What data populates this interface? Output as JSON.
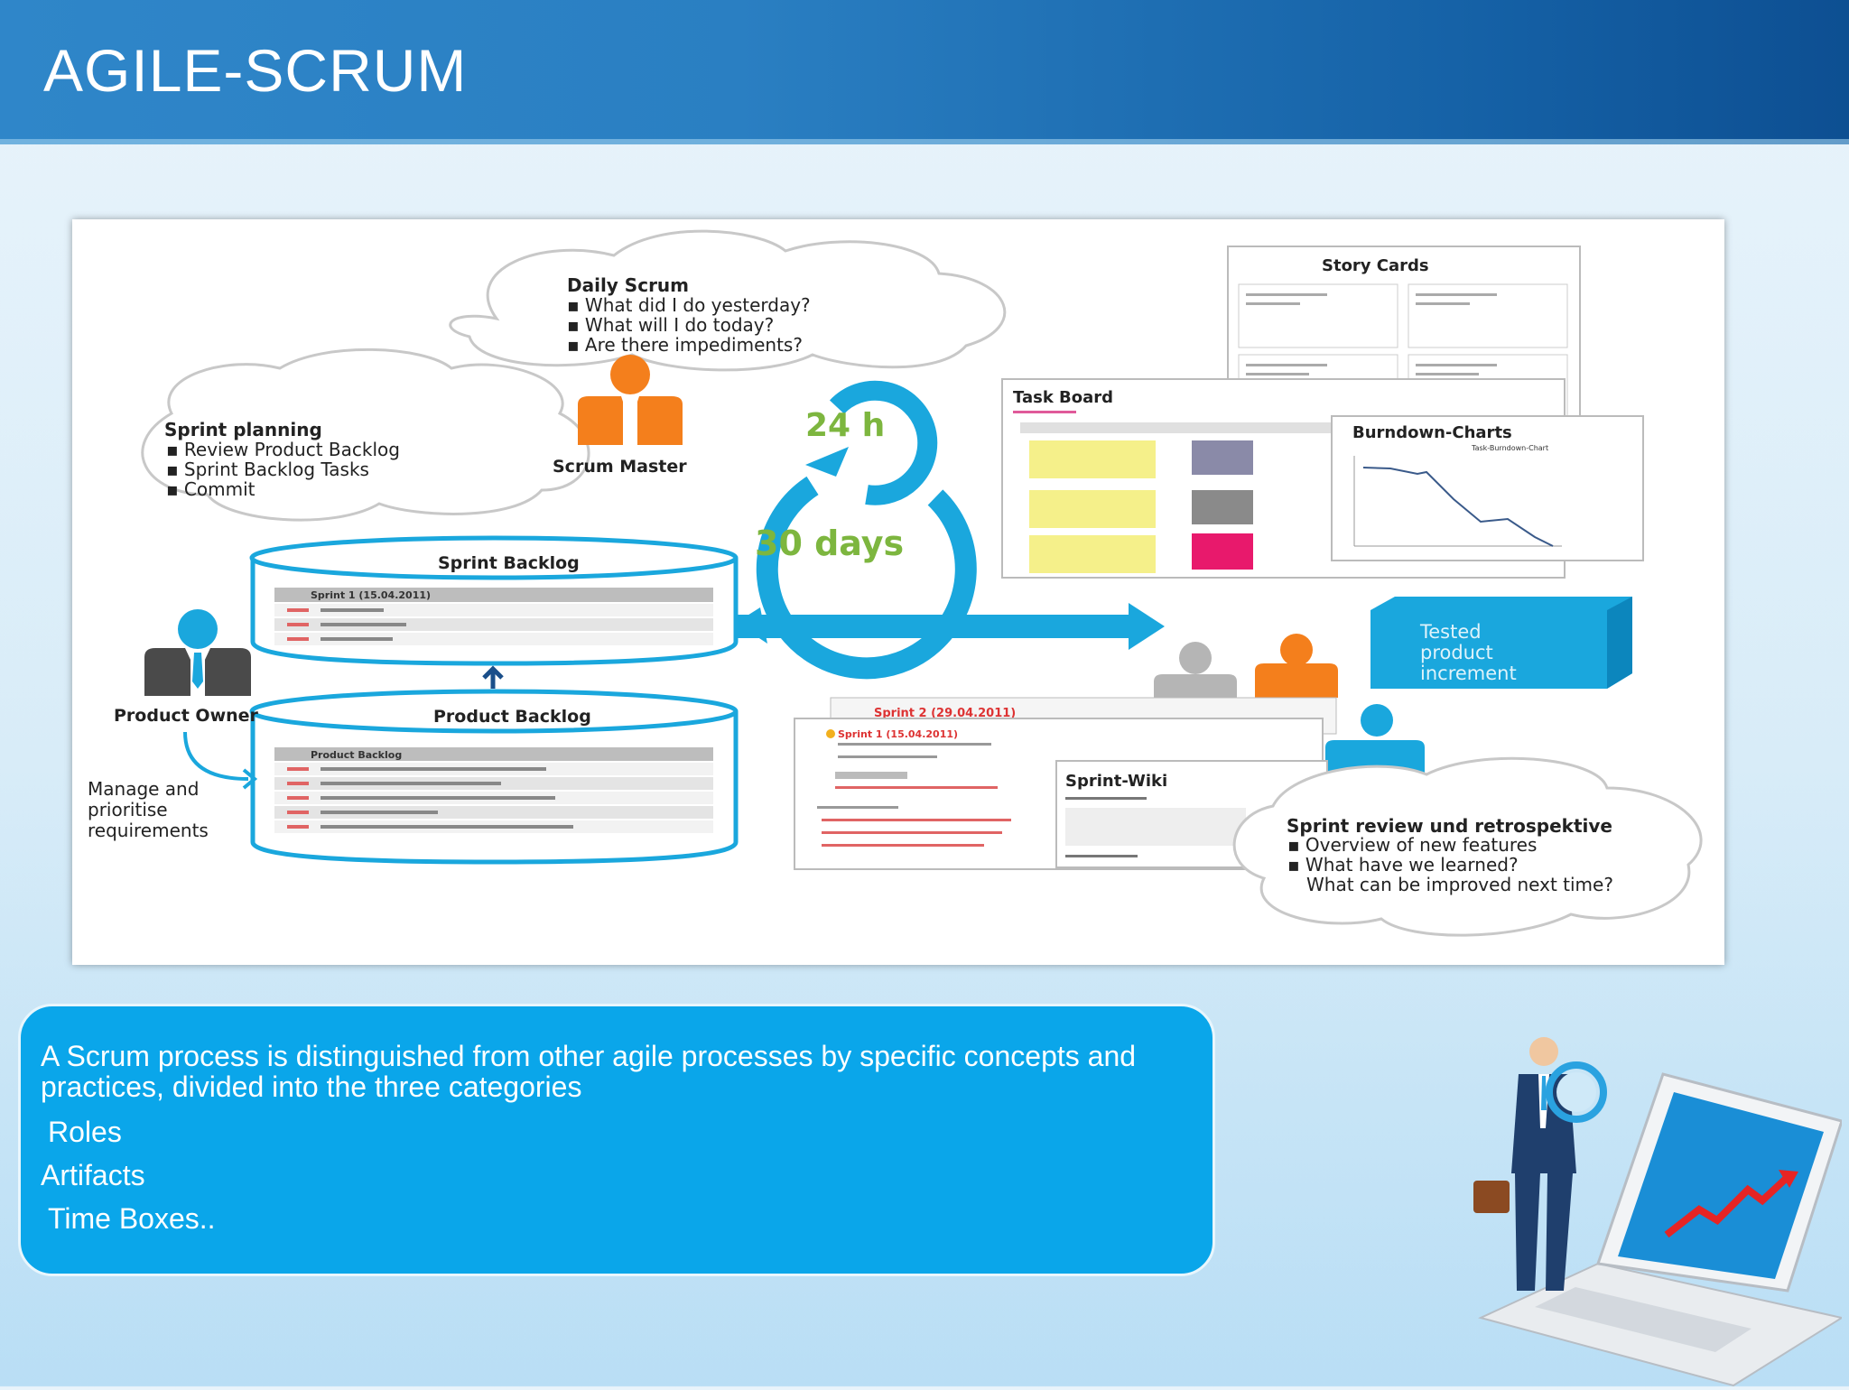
{
  "slide": {
    "title": "AGILE-SCRUM"
  },
  "diagram": {
    "daily_scrum": {
      "heading": "Daily Scrum",
      "items": [
        "What did I do yesterday?",
        "What will I do today?",
        "Are there impediments?"
      ]
    },
    "sprint_planning": {
      "heading": "Sprint planning",
      "items": [
        "Review Product Backlog",
        "Sprint Backlog Tasks",
        "Commit"
      ]
    },
    "scrum_master": "Scrum Master",
    "cycle_short": "24 h",
    "cycle_long": "30 days",
    "sprint_backlog": {
      "label": "Sprint Backlog",
      "header": "Sprint 1 (15.04.2011)"
    },
    "product_backlog": {
      "label": "Product Backlog",
      "header": "Product Backlog"
    },
    "product_owner": "Product Owner",
    "manage_text": [
      "Manage and",
      "prioritise",
      "requirements"
    ],
    "story_cards": "Story Cards",
    "task_board": "Task Board",
    "burndown": {
      "label": "Burndown-Charts",
      "chart_title": "Task-Burndown-Chart"
    },
    "tested_increment": [
      "Tested",
      "product",
      "increment"
    ],
    "sprint_cards": {
      "sprint2": "Sprint 2 (29.04.2011)",
      "sprint1": "Sprint 1 (15.04.2011)"
    },
    "sprint_wiki": "Sprint-Wiki",
    "review": {
      "heading": "Sprint review und retrospektive",
      "items": [
        "Overview of new features",
        "What have we learned? What can be improved next time?"
      ]
    }
  },
  "description": {
    "intro": "A Scrum process is distinguished from other agile processes by specific concepts and practices, divided into the three categories",
    "categories": [
      "Roles",
      "Artifacts",
      "Time Boxes.."
    ]
  }
}
